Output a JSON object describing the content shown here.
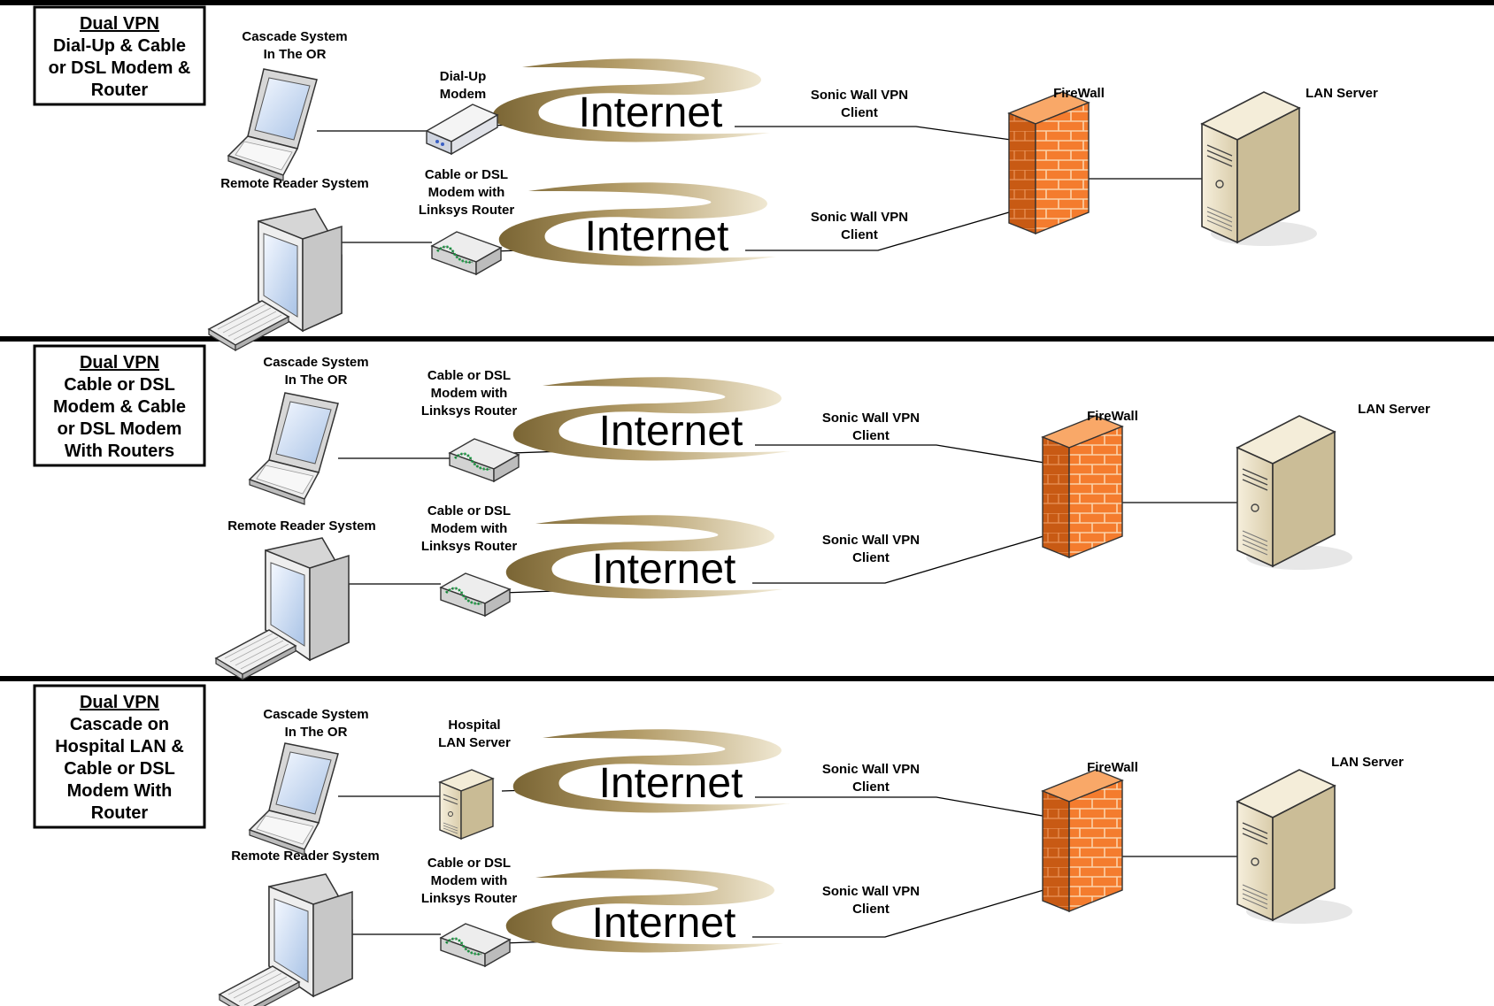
{
  "sections": [
    {
      "title_lines": [
        "Dual VPN",
        "Dial-Up & Cable",
        "or DSL Modem &",
        "Router"
      ],
      "top_device": {
        "label_lines": [
          "Cascade System",
          "In The OR"
        ],
        "kind": "laptop"
      },
      "top_link": {
        "label_lines": [
          "Dial-Up",
          "Modem"
        ],
        "kind": "dialup-modem"
      },
      "bottom_device": {
        "label_lines": [
          "Remote Reader System"
        ],
        "kind": "desktop"
      },
      "bottom_link": {
        "label_lines": [
          "Cable or DSL",
          "Modem with",
          "Linksys Router"
        ],
        "kind": "router"
      },
      "cloud_label": "Internet",
      "vpn_label_lines": [
        "Sonic Wall VPN",
        "Client"
      ],
      "firewall_label": "FireWall",
      "server_label": "LAN Server"
    },
    {
      "title_lines": [
        "Dual VPN",
        "Cable or DSL",
        "Modem & Cable",
        "or DSL Modem",
        "With Routers"
      ],
      "top_device": {
        "label_lines": [
          "Cascade System",
          "In The OR"
        ],
        "kind": "laptop"
      },
      "top_link": {
        "label_lines": [
          "Cable or DSL",
          "Modem with",
          "Linksys Router"
        ],
        "kind": "router"
      },
      "bottom_device": {
        "label_lines": [
          "Remote Reader System"
        ],
        "kind": "desktop"
      },
      "bottom_link": {
        "label_lines": [
          "Cable or DSL",
          "Modem with",
          "Linksys Router"
        ],
        "kind": "router"
      },
      "cloud_label": "Internet",
      "vpn_label_lines": [
        "Sonic Wall VPN",
        "Client"
      ],
      "firewall_label": "FireWall",
      "server_label": "LAN Server"
    },
    {
      "title_lines": [
        "Dual VPN",
        "Cascade on",
        "Hospital LAN &",
        "Cable or DSL",
        "Modem With",
        "Router"
      ],
      "top_device": {
        "label_lines": [
          "Cascade System",
          "In The OR"
        ],
        "kind": "laptop"
      },
      "top_link": {
        "label_lines": [
          "Hospital",
          "LAN Server"
        ],
        "kind": "small-server"
      },
      "bottom_device": {
        "label_lines": [
          "Remote Reader System"
        ],
        "kind": "desktop"
      },
      "bottom_link": {
        "label_lines": [
          "Cable or DSL",
          "Modem with",
          "Linksys Router"
        ],
        "kind": "router"
      },
      "cloud_label": "Internet",
      "vpn_label_lines": [
        "Sonic Wall VPN",
        "Client"
      ],
      "firewall_label": "FireWall",
      "server_label": "LAN Server"
    }
  ],
  "colors": {
    "firewall_front": "#f47c2e",
    "firewall_side": "#c85a14",
    "firewall_top": "#f9a868",
    "cloud_dark": "#8a7440",
    "cloud_light": "#d8c9a0",
    "server_body": "#e9dfc4",
    "server_side": "#bfb08c",
    "router_led": "#19b34a"
  }
}
